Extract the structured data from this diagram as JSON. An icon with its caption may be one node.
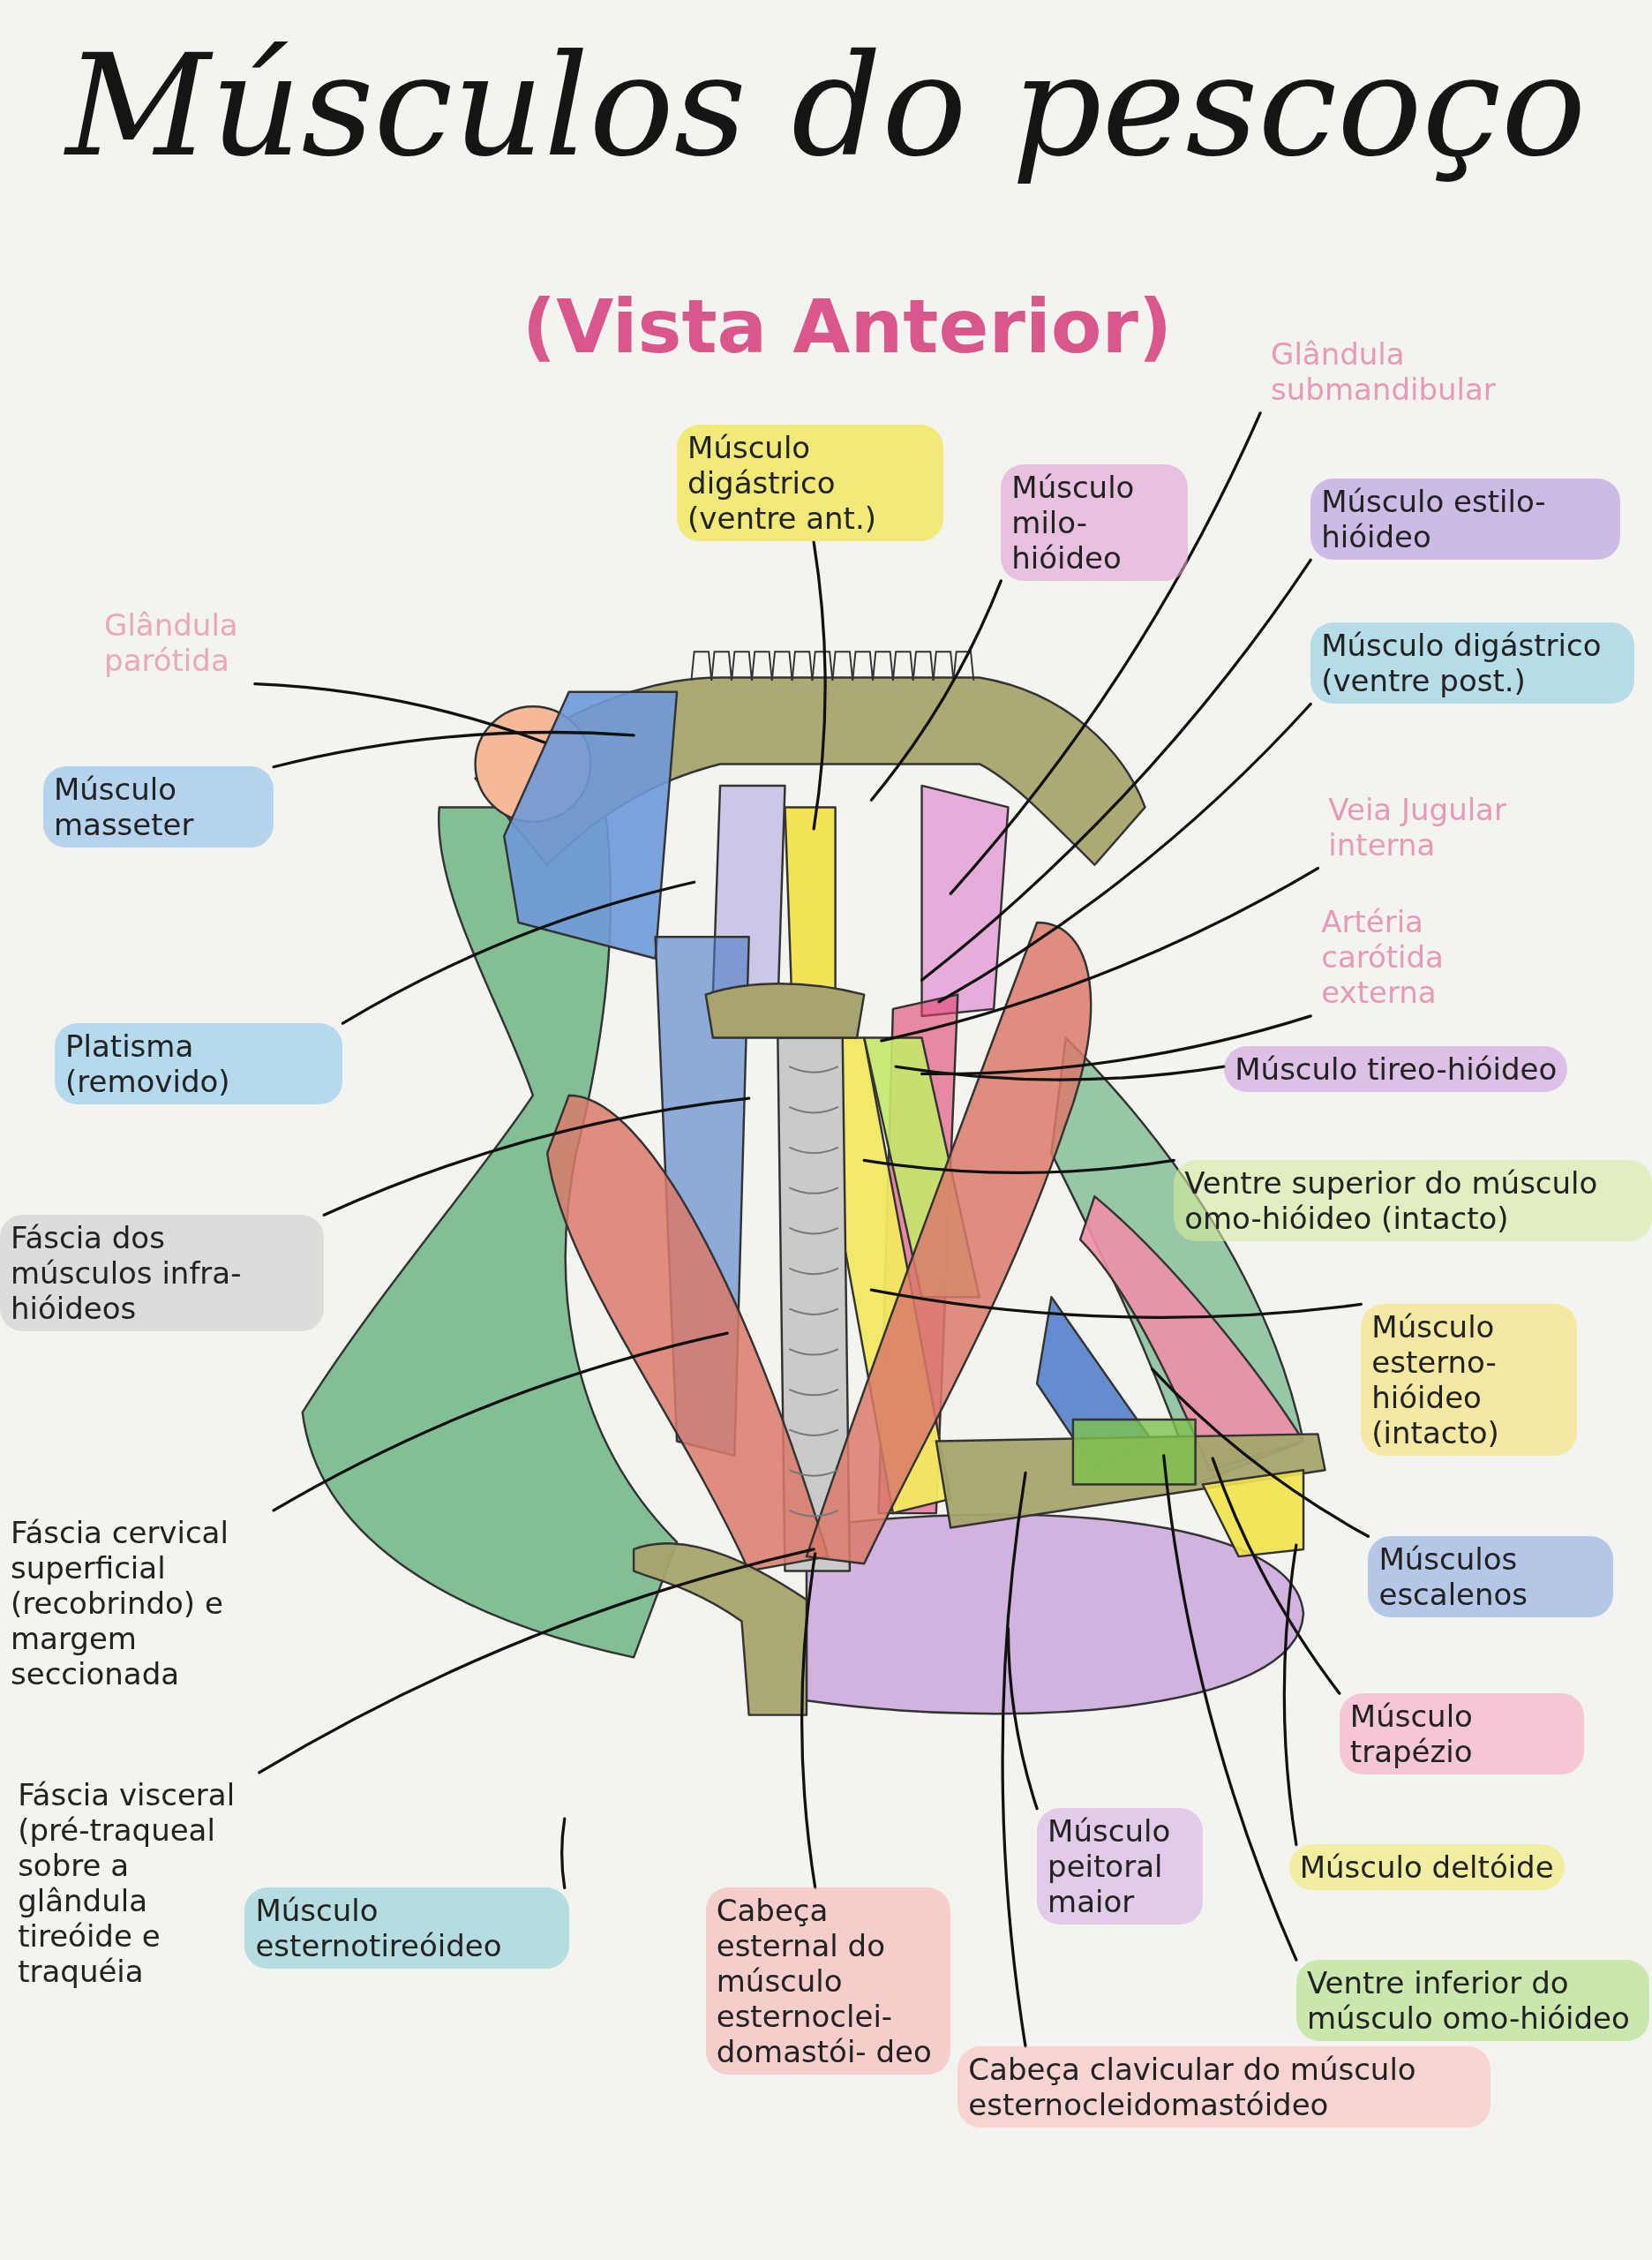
{
  "diagram": {
    "title": "Músculos do pescoço",
    "nodes": [
      {
        "text": [
          "Músculo digástrico (ventre ant.)"
        ]
      },
      {
        "text": [
          "Músculo milo- hióideo"
        ]
      },
      {
        "text": [
          "Glândula submandibular"
        ]
      },
      {
        "text": [
          "Músculo estilo-hióideo"
        ]
      },
      {
        "text": [
          "Glândula parótida"
        ]
      },
      {
        "text": [
          "Músculo digástrico (ventre post.)"
        ]
      },
      {
        "text": [
          "Músculo masseter"
        ]
      },
      {
        "text": [
          "Veia Jugular interna"
        ]
      },
      {
        "text": [
          "Artéria carótida externa"
        ]
      },
      {
        "text": [
          "Platisma (removido)"
        ]
      },
      {
        "text": [
          "Músculo tireo-hióideo"
        ]
      },
      {
        "text": [
          "Ventre superior do músculo omo-hióideo (intacto)"
        ]
      },
      {
        "text": [
          "Fáscia dos músculos infra-hióideos"
        ]
      },
      {
        "text": [
          "Músculo esterno- hióideo (intacto)"
        ]
      },
      {
        "text": [
          "Fáscia cervical superficial (recobrindo) e margem seccionada"
        ]
      },
      {
        "text": [
          "Músculos escalenos"
        ]
      },
      {
        "text": [
          "Músculo trapézio"
        ]
      },
      {
        "text": [
          "Fáscia visceral (pré-traqueal sobre a glândula tireóide e traquéia"
        ]
      },
      {
        "text": [
          "Músculo esternotireóideo"
        ]
      },
      {
        "text": [
          "Músculo peitoral maior"
        ]
      },
      {
        "text": [
          "Músculo deltóide"
        ]
      },
      {
        "text": [
          "Cabeça esternal do músculo esternoclei- domastói- deo"
        ]
      },
      {
        "text": [
          "Cabeça clavicular do músculo esternocleidomastóideo"
        ]
      },
      {
        "text": [
          "Ventre inferior do músculo omo-hióideo"
        ]
      }
    ],
    "edges": [
      {
        "from": 0,
        "to": null,
        "arrow": "none"
      },
      {
        "from": 1,
        "to": null,
        "arrow": "none"
      },
      {
        "from": 2,
        "to": null,
        "arrow": "none"
      },
      {
        "from": 3,
        "to": null,
        "arrow": "none"
      },
      {
        "from": 4,
        "to": null,
        "arrow": "none"
      },
      {
        "from": 5,
        "to": null,
        "arrow": "none"
      },
      {
        "from": 6,
        "to": null,
        "arrow": "none"
      },
      {
        "from": 7,
        "to": null,
        "arrow": "none"
      },
      {
        "from": 8,
        "to": null,
        "arrow": "none"
      },
      {
        "from": 9,
        "to": null,
        "arrow": "none"
      },
      {
        "from": 10,
        "to": null,
        "arrow": "none"
      },
      {
        "from": 11,
        "to": null,
        "arrow": "none"
      },
      {
        "from": 12,
        "to": null,
        "arrow": "none"
      },
      {
        "from": 13,
        "to": null,
        "arrow": "none"
      },
      {
        "from": 14,
        "to": null,
        "arrow": "none"
      },
      {
        "from": 15,
        "to": null,
        "arrow": "none"
      },
      {
        "from": 16,
        "to": null,
        "arrow": "none"
      },
      {
        "from": 17,
        "to": null,
        "arrow": "none"
      },
      {
        "from": 18,
        "to": null,
        "arrow": "none"
      },
      {
        "from": 19,
        "to": null,
        "arrow": "none"
      },
      {
        "from": 20,
        "to": null,
        "arrow": "none"
      },
      {
        "from": 21,
        "to": null,
        "arrow": "none"
      },
      {
        "from": 22,
        "to": null,
        "arrow": "none"
      },
      {
        "from": 23,
        "to": null,
        "arrow": "none"
      }
    ],
    "labels": [
      "(Vista Anterior)"
    ]
  }
}
